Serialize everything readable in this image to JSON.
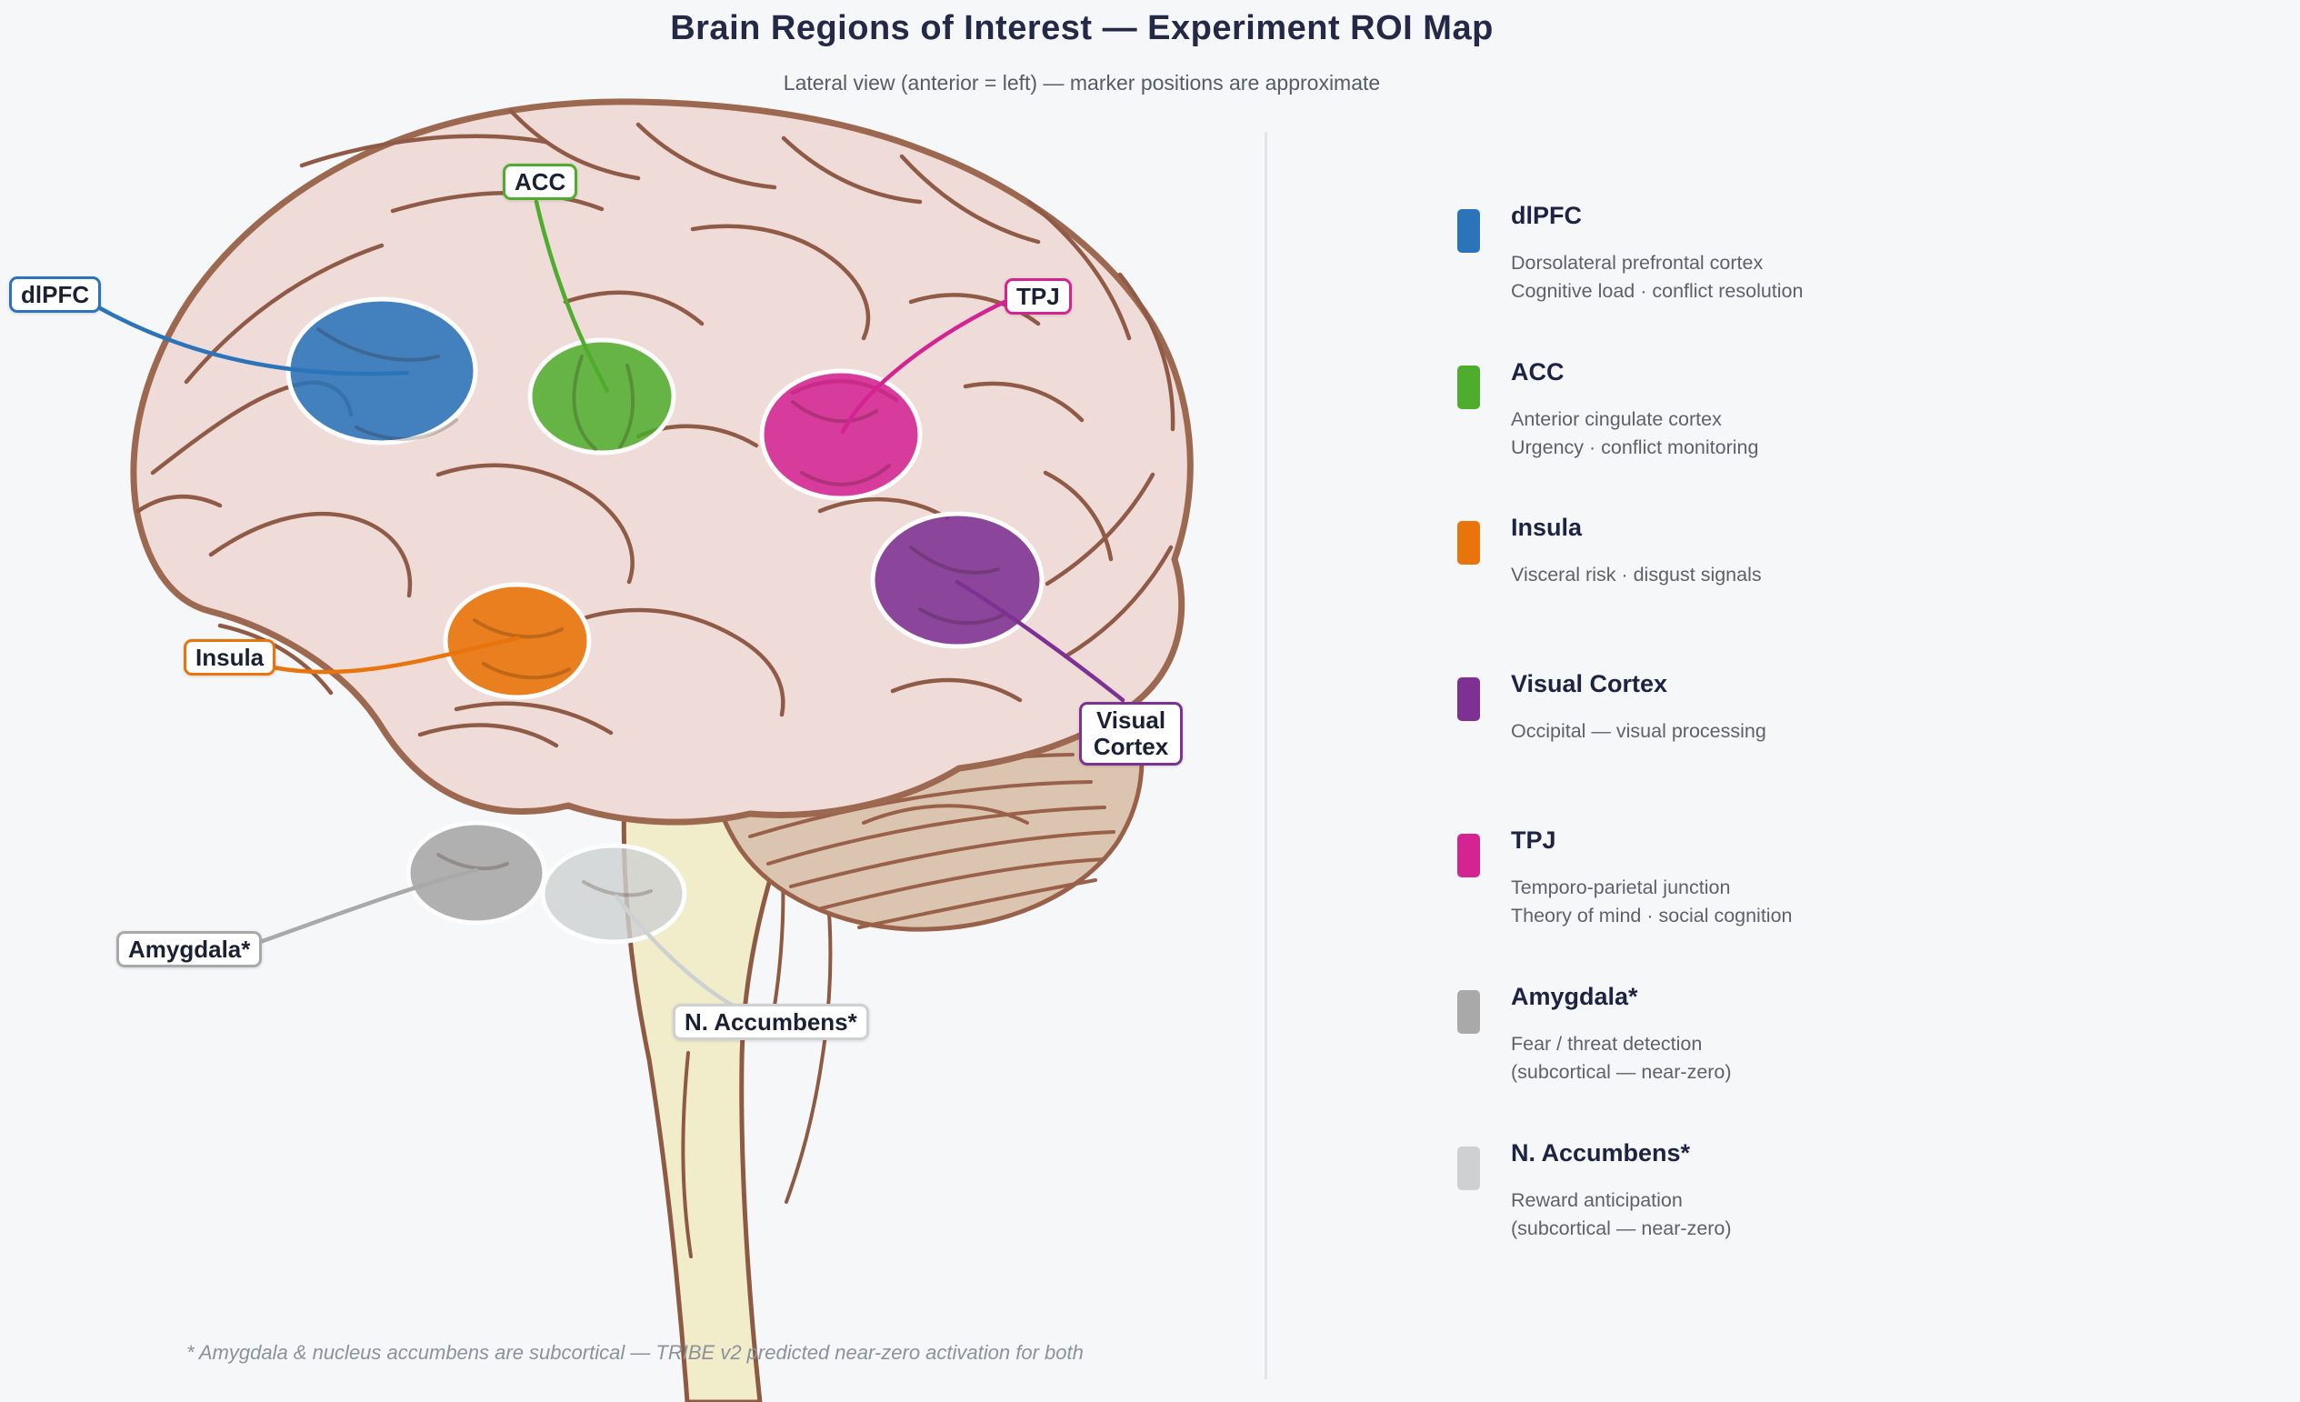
{
  "header": {
    "title": "Brain Regions of Interest — Experiment ROI Map",
    "subtitle": "Lateral view (anterior = left) — marker positions are approximate"
  },
  "regions": [
    {
      "name": "dlPFC",
      "color": "#2b74ba",
      "desc1": "Dorsolateral prefrontal cortex",
      "desc2": "Cognitive load · conflict resolution"
    },
    {
      "name": "ACC",
      "color": "#4ead2c",
      "desc1": "Anterior cingulate cortex",
      "desc2": "Urgency · conflict monitoring"
    },
    {
      "name": "Insula",
      "color": "#e8740b",
      "desc1": "Visceral risk · disgust signals",
      "desc2": ""
    },
    {
      "name": "Visual Cortex",
      "color": "#7d3193",
      "desc1": "Occipital — visual processing",
      "desc2": ""
    },
    {
      "name": "TPJ",
      "color": "#d42492",
      "desc1": "Temporo-parietal junction",
      "desc2": "Theory of mind · social cognition"
    },
    {
      "name": "Amygdala*",
      "color": "#a9a9a9",
      "desc1": "Fear / threat detection",
      "desc2": "(subcortical — near-zero)"
    },
    {
      "name": "N. Accumbens*",
      "color": "#ced1d1",
      "desc1": "Reward anticipation",
      "desc2": "(subcortical — near-zero)"
    }
  ],
  "footnote": "* Amygdala & nucleus accumbens are subcortical — TRIBE v2 predicted near-zero activation for both"
}
